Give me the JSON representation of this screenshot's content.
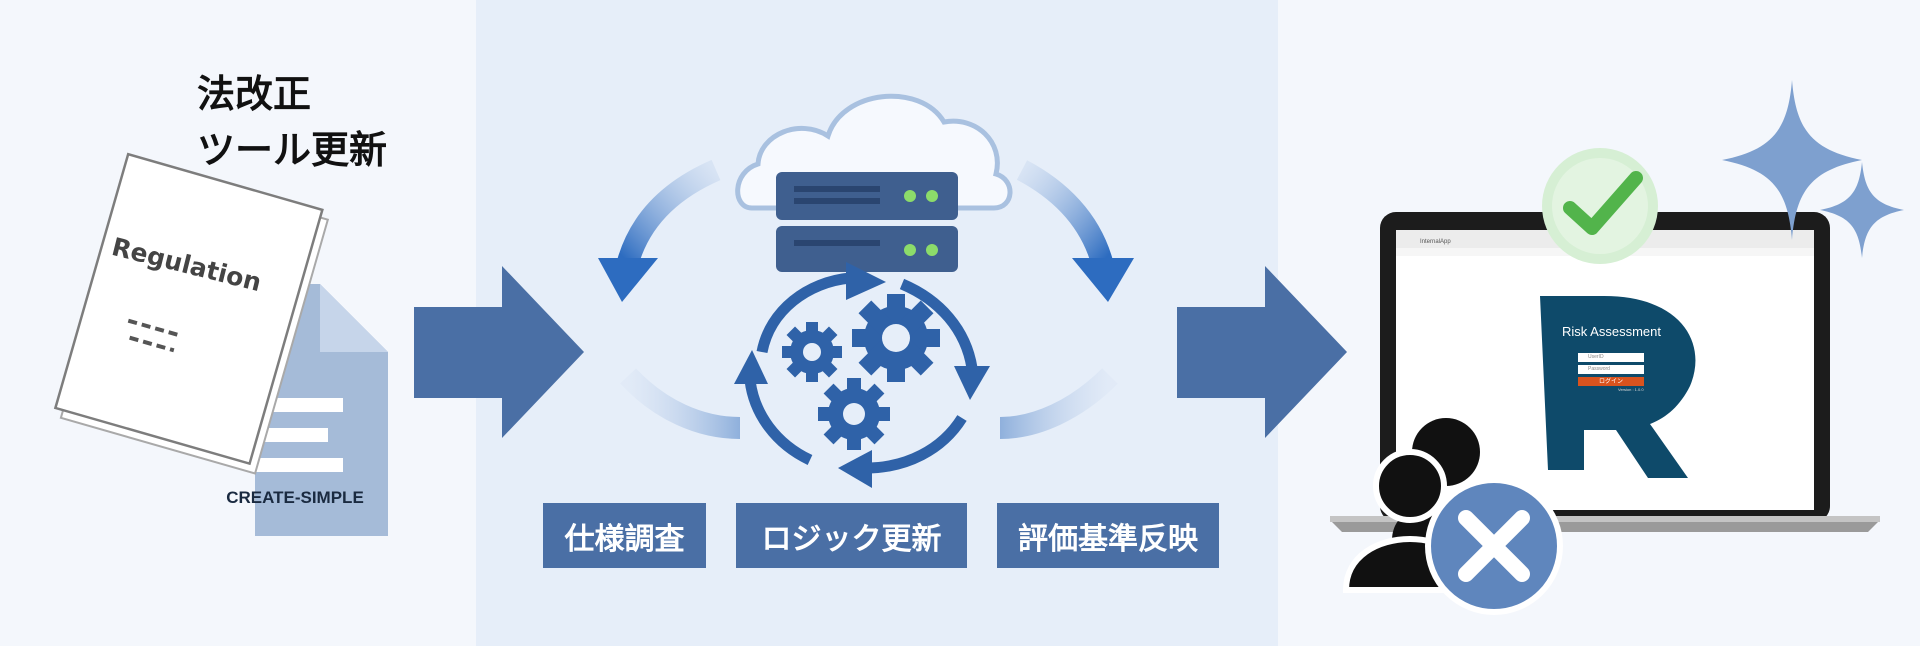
{
  "title": {
    "line1": "法改正",
    "line2": "ツール更新"
  },
  "document": {
    "regulation_text": "Regulation",
    "create_simple_label": "CREATE-SIMPLE"
  },
  "steps": [
    {
      "label": "仕様調査"
    },
    {
      "label": "ロジック更新"
    },
    {
      "label": "評価基準反映"
    }
  ],
  "app": {
    "browser_tab_label": "InternalApp",
    "app_title": "Risk Assessment",
    "user_id_placeholder": "UserID",
    "password_placeholder": "Password",
    "login_button": "ログイン",
    "version": "Version : 1.0.0"
  },
  "colors": {
    "arrow": "#4a6fa5",
    "step_bg": "#4a6fa5",
    "server": "#3f5f8f",
    "gear": "#2f62a8",
    "check": "#52b44b",
    "x_badge": "#5f86bd",
    "sparkle": "#7ea0cf",
    "r_logo": "#0e4a6a"
  }
}
